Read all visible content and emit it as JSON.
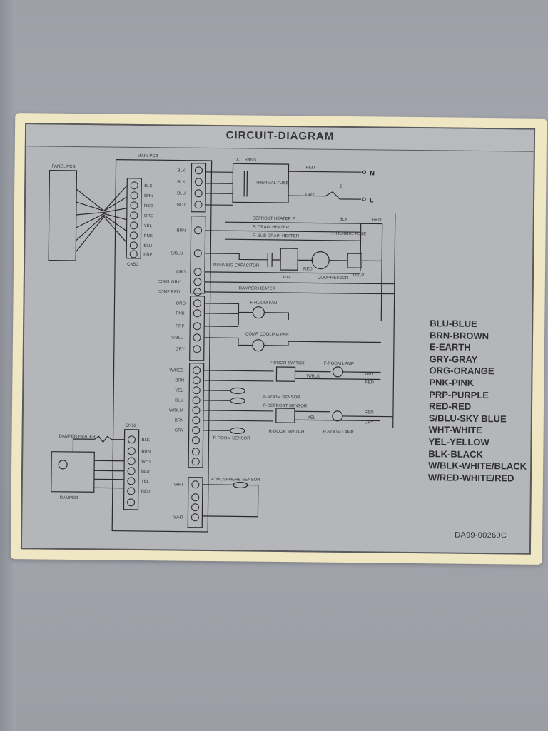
{
  "title": "CIRCUIT-DIAGRAM",
  "code": "DA99-00260C",
  "blocks": {
    "panel_pcb": "PANEL PCB",
    "main_pcb": "MAIN PCB",
    "cn50": "CN50",
    "cn52": "CN52",
    "dc_trans": "DC TRANS",
    "thermal_fuse": "THERMAL FUSE",
    "n": "N",
    "l": "L",
    "earth": "E",
    "defrost_heater": "DEFROST HEATER F",
    "drain_heater": "F- DRAIN HEATER",
    "sub_drain_heater": "F- SUB DRAIN HEATER",
    "f_thermal_fuse": "F-THERMAL FUSE",
    "running_cap": "RUNNING CAPACITOR",
    "ptc": "PTC",
    "olp": "O.L.P",
    "compressor": "COMPRESSOR",
    "damper_heater": "DAMPER HEATER",
    "f_room_fan": "F-ROOM FAN",
    "comp_cooling_fan": "COMP COOLING FAN",
    "f_door_switch": "F-DOOR SWITCH",
    "f_room_lamp": "F-ROOM LAMP",
    "f_room_sensor": "F-ROOM SENSOR",
    "f_defrost_sensor": "F-DEFROST SENSOR",
    "r_door_switch": "R-DOOR SWITCH",
    "r_room_lamp": "R-ROOM LAMP",
    "r_room_sensor": "R-ROOM SENSOR",
    "atmosphere_sensor": "ATMOSPHERE SENSOR",
    "damper_heater_left": "DAMPER HEATER",
    "damper": "DAMPER"
  },
  "cn50_wires": [
    "BLK",
    "BRN",
    "RED",
    "ORG",
    "YEL",
    "PNK",
    "BLU",
    "PRP"
  ],
  "main_left_wires": [
    "BLK",
    "BLK",
    "BLU",
    "BLU",
    "BRN",
    "S/BLU",
    "ORG",
    "COM1 GRY",
    "COM2 RED",
    "ORG",
    "PNK",
    "PRP",
    "S/BLU",
    "GRY",
    "W/RED",
    "BRN",
    "YEL",
    "BLU",
    "W/BLU",
    "BRN",
    "GRY",
    "WHT",
    "WHT"
  ],
  "cn52_wires": [
    "BLK",
    "BRN",
    "WHT",
    "BLU",
    "YEL",
    "RED"
  ],
  "wire_labels": [
    "RED",
    "GRY",
    "BLK",
    "RED",
    "RED",
    "W/BLK",
    "GRY",
    "RED",
    "YEL",
    "RED",
    "GRY"
  ],
  "legend": [
    "BLU-BLUE",
    "BRN-BROWN",
    "E-EARTH",
    "GRY-GRAY",
    "ORG-ORANGE",
    "PNK-PINK",
    "PRP-PURPLE",
    "RED-RED",
    "S/BLU-SKY BLUE",
    "WHT-WHITE",
    "YEL-YELLOW",
    "BLK-BLACK",
    "W/BLK-WHITE/BLACK",
    "W/RED-WHITE/RED"
  ]
}
